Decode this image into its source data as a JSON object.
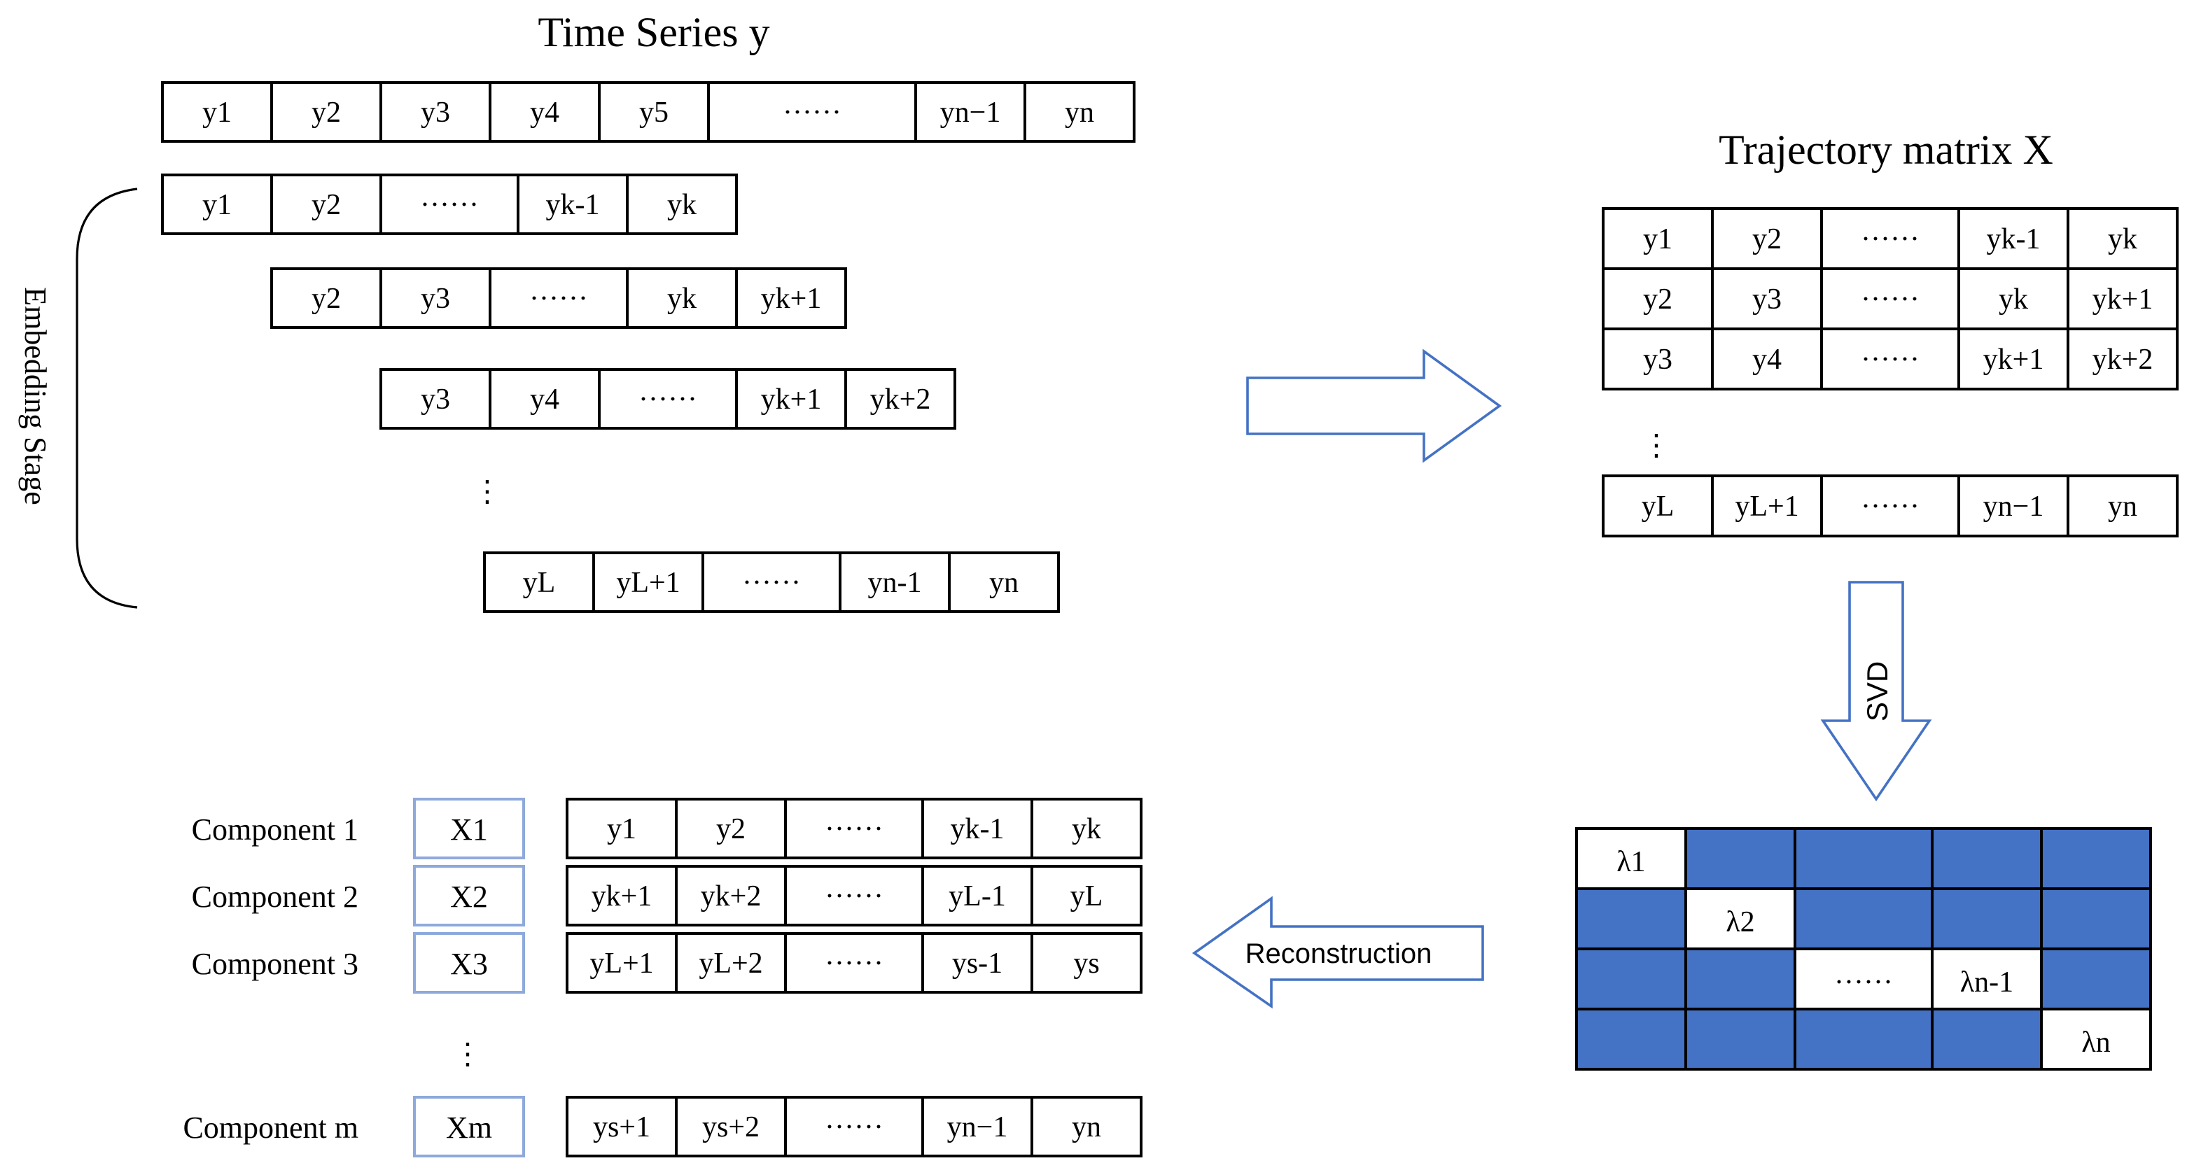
{
  "time_series": {
    "title": "Time Series y",
    "cells": [
      "y1",
      "y2",
      "y3",
      "y4",
      "y5",
      "······",
      "yn−1",
      "yn"
    ]
  },
  "embedding": {
    "label": "Embedding Stage",
    "rows": [
      [
        "y1",
        "y2",
        "······",
        "yk-1",
        "yk"
      ],
      [
        "y2",
        "y3",
        "······",
        "yk",
        "yk+1"
      ],
      [
        "y3",
        "y4",
        "······",
        "yk+1",
        "yk+2"
      ],
      [
        "yL",
        "yL+1",
        "······",
        "yn-1",
        "yn"
      ]
    ]
  },
  "trajectory": {
    "title": "Trajectory matrix X",
    "rows": [
      [
        "y1",
        "y2",
        "······",
        "yk-1",
        "yk"
      ],
      [
        "y2",
        "y3",
        "······",
        "yk",
        "yk+1"
      ],
      [
        "y3",
        "y4",
        "······",
        "yk+1",
        "yk+2"
      ],
      [
        "yL",
        "yL+1",
        "······",
        "yn−1",
        "yn"
      ]
    ]
  },
  "svd": {
    "label": "SVD",
    "diagonal": [
      "λ1",
      "λ2",
      "······",
      "λn-1",
      "λn"
    ],
    "fill_color": "#4472C4"
  },
  "reconstruction": {
    "label": "Reconstruction",
    "components": [
      {
        "name": "Component 1",
        "matrix": "X1",
        "cells": [
          "y1",
          "y2",
          "······",
          "yk-1",
          "yk"
        ]
      },
      {
        "name": "Component 2",
        "matrix": "X2",
        "cells": [
          "yk+1",
          "yk+2",
          "······",
          "yL-1",
          "yL"
        ]
      },
      {
        "name": "Component 3",
        "matrix": "X3",
        "cells": [
          "yL+1",
          "yL+2",
          "······",
          "ys-1",
          "ys"
        ]
      },
      {
        "name": "Component m",
        "matrix": "Xm",
        "cells": [
          "ys+1",
          "ys+2",
          "······",
          "yn−1",
          "yn"
        ]
      }
    ]
  },
  "colors": {
    "arrow_stroke": "#4472C4",
    "matrix_box_stroke": "#8EA9DB",
    "cell_stroke": "#000000"
  }
}
